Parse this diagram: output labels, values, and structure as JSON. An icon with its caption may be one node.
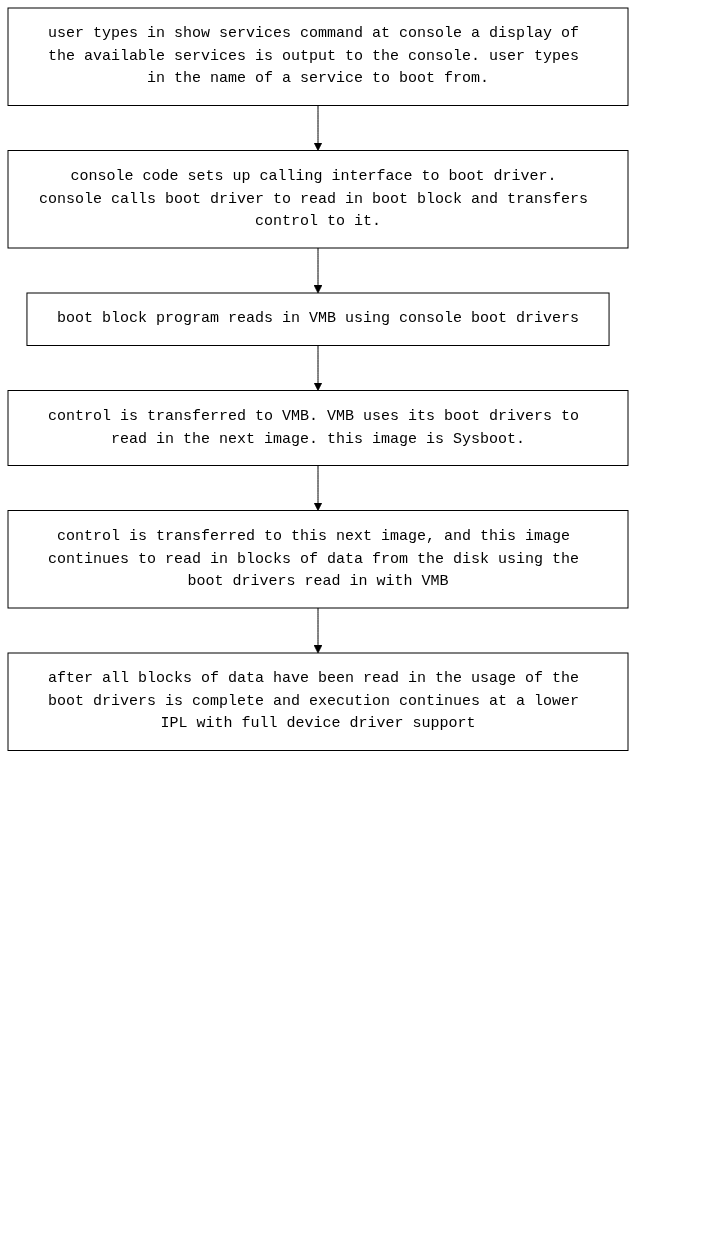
{
  "diagram": {
    "nodes": [
      {
        "text": [
          "user types in show services command at console a display of the available services is output to the console. user types in the name of a service to boot from."
        ]
      },
      {
        "text": [
          "console code sets up calling interface to boot driver. console calls boot driver to read in boot block and transfers control to it."
        ]
      },
      {
        "text": [
          "boot block program reads in VMB using console boot drivers"
        ]
      },
      {
        "text": [
          "control is transferred to VMB. VMB uses its boot drivers to read in the next image. this image is Sysboot."
        ]
      },
      {
        "text": [
          "control is transferred to this next image, and this image continues to read in blocks of data from the disk using the boot drivers read in with VMB"
        ]
      },
      {
        "text": [
          "after all blocks of data have been read in the usage of the boot drivers is complete and execution continues at a lower IPL with full device driver support"
        ]
      }
    ],
    "edges": [
      {
        "from": 0,
        "to": 1,
        "arrow": "to"
      },
      {
        "from": 1,
        "to": 2,
        "arrow": "to"
      },
      {
        "from": 2,
        "to": 3,
        "arrow": "to"
      },
      {
        "from": 3,
        "to": 4,
        "arrow": "to"
      },
      {
        "from": 4,
        "to": 5,
        "arrow": "to"
      }
    ]
  }
}
